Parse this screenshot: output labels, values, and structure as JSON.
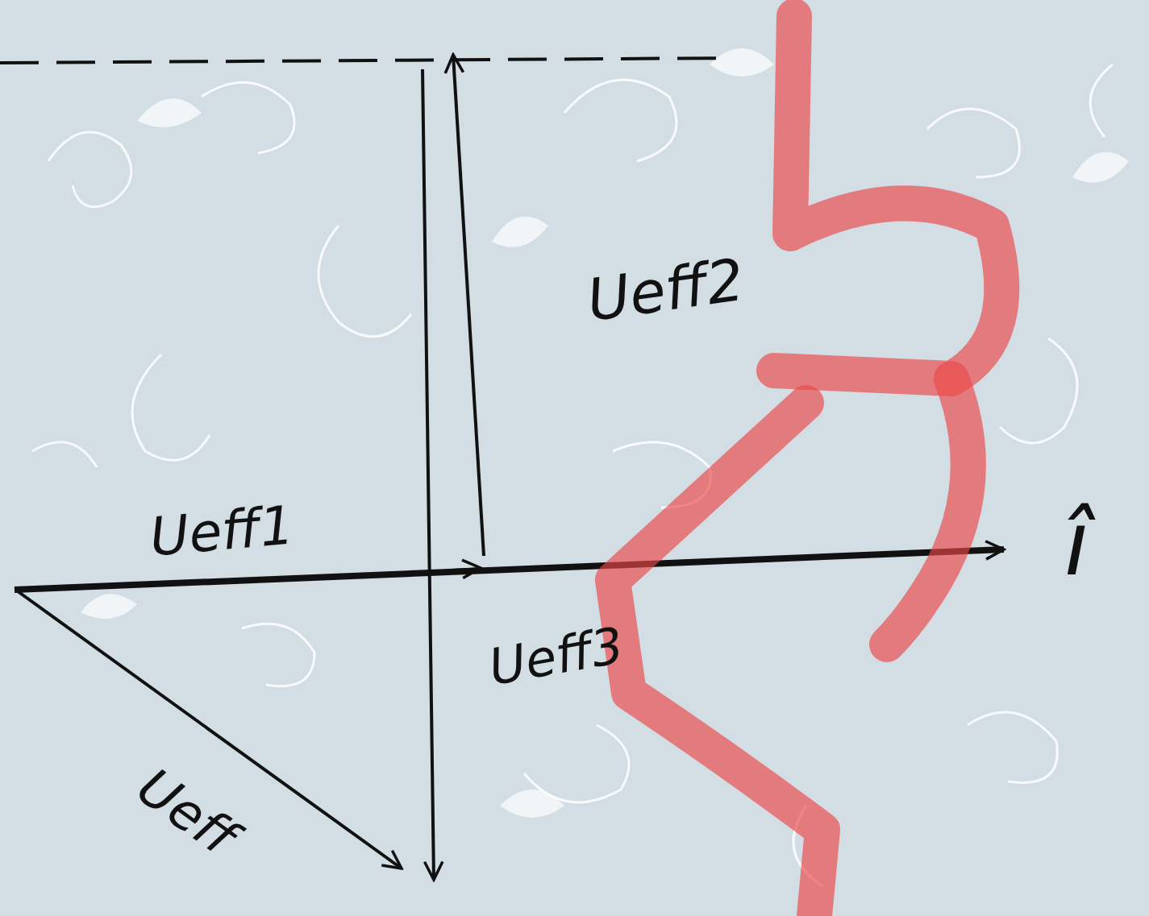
{
  "diagram": {
    "labels": [
      "Ueff2",
      "Ueff1",
      "Ueff3",
      "Ueff",
      "î"
    ]
  }
}
